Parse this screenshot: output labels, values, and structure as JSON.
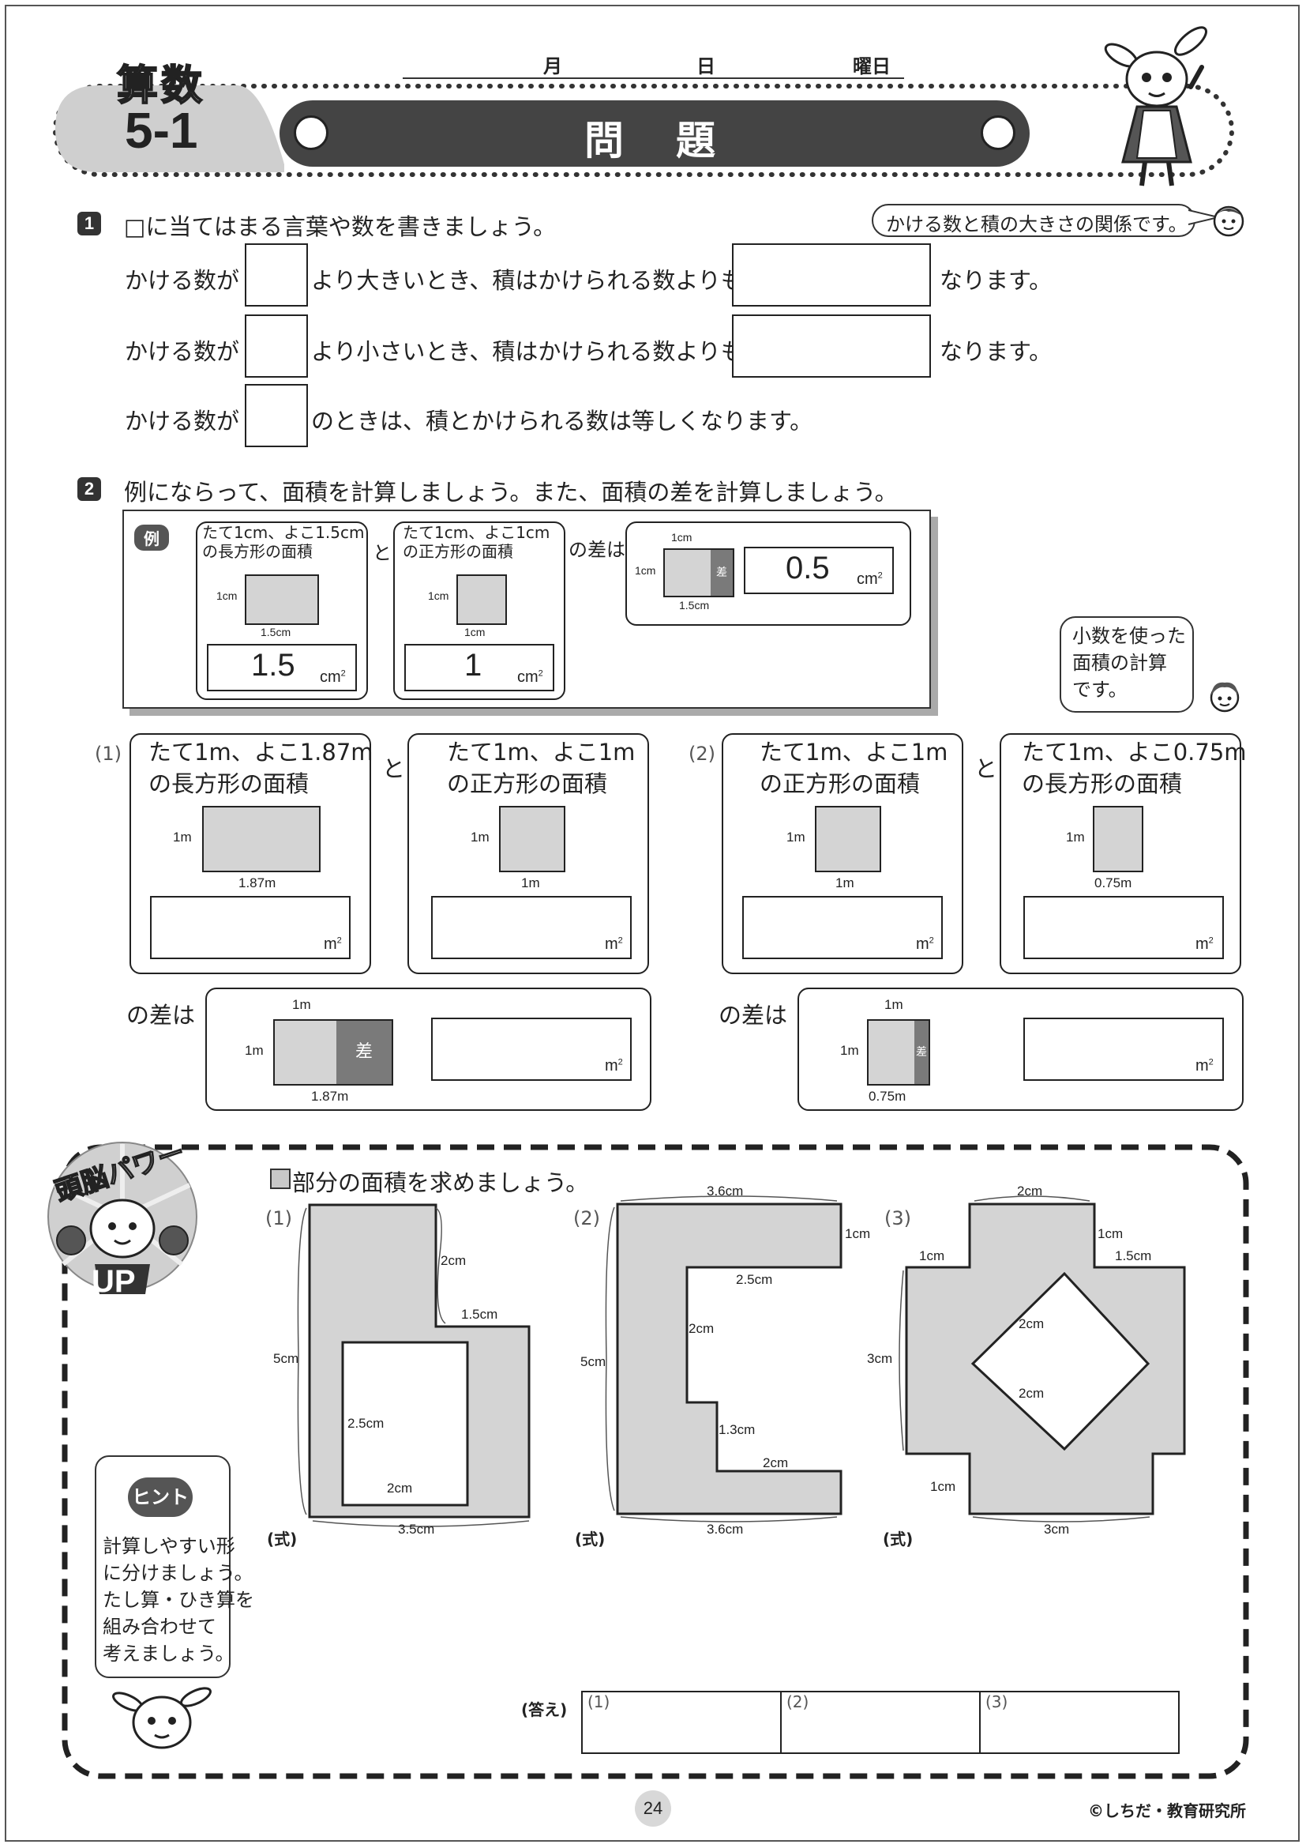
{
  "header": {
    "subject": "算数",
    "unit": "5-1",
    "month": "月",
    "day": "日",
    "weekday": "曜日",
    "title": "問　題"
  },
  "q1": {
    "num": "1",
    "instruction": "□に当てはまる言葉や数を書きましょう。",
    "hint": "かける数と積の大きさの関係です。",
    "lines": [
      {
        "prefix": "かける数が",
        "middle": "より大きいとき、積はかけられる数よりも",
        "suffix": "なります。"
      },
      {
        "prefix": "かける数が",
        "middle": "より小さいとき、積はかけられる数よりも",
        "suffix": "なります。"
      },
      {
        "prefix": "かける数が",
        "middle": "のときは、積とかけられる数は等しくなります。"
      }
    ]
  },
  "q2": {
    "num": "2",
    "instruction": "例にならって、面積を計算しましょう。また、面積の差を計算しましょう。",
    "example": {
      "label": "例",
      "left": {
        "line1": "たて1cm、よこ1.5cm",
        "line2": "の長方形の面積",
        "h": "1cm",
        "w": "1.5cm",
        "value": "1.5",
        "unit": "cm"
      },
      "joiner": "と",
      "right": {
        "line1": "たて1cm、よこ1cm",
        "line2": "の正方形の面積",
        "h": "1cm",
        "w": "1cm",
        "value": "1",
        "unit": "cm"
      },
      "diff_label": "の差は",
      "diff": {
        "top": "1cm",
        "h": "1cm",
        "w": "1.5cm",
        "mark": "差",
        "value": "0.5",
        "unit": "cm"
      }
    },
    "side_hint": "小数を使った面積の計算です。",
    "side_hint_lines": [
      "小数を使った",
      "面積の計算",
      "です。"
    ],
    "p1": {
      "num": "(1)",
      "a": {
        "line1": "たて1m、よこ1.87m",
        "line2": "の長方形の面積",
        "h": "1m",
        "w": "1.87m",
        "unit": "m"
      },
      "joiner": "と",
      "b": {
        "line1": "たて1m、よこ1m",
        "line2": "の正方形の面積",
        "h": "1m",
        "w": "1m",
        "unit": "m"
      },
      "diff_label": "の差は",
      "diff": {
        "top": "1m",
        "h": "1m",
        "w": "1.87m",
        "mark": "差",
        "unit": "m"
      }
    },
    "p2": {
      "num": "(2)",
      "a": {
        "line1": "たて1m、よこ1m",
        "line2": "の正方形の面積",
        "h": "1m",
        "w": "1m",
        "unit": "m"
      },
      "joiner": "と",
      "b": {
        "line1": "たて1m、よこ0.75m",
        "line2": "の長方形の面積",
        "h": "1m",
        "w": "0.75m",
        "unit": "m"
      },
      "diff_label": "の差は",
      "diff": {
        "top": "1m",
        "h": "1m",
        "w": "0.75m",
        "mark": "差",
        "unit": "m"
      }
    }
  },
  "brain": {
    "badge": "頭脳パワーUP",
    "badge_top": "頭脳パワー",
    "badge_bottom": "UP",
    "instruction": "部分の面積を求めましょう。",
    "hint_title": "ヒント",
    "hint_lines": [
      "計算しやすい形",
      "に分けましょう。",
      "たし算・ひき算を",
      "組み合わせて",
      "考えましょう。"
    ],
    "fig1": {
      "num": "(1)",
      "d1": "2cm",
      "d2": "1.5cm",
      "d3": "5cm",
      "d4": "2.5cm",
      "d5": "2cm",
      "d6": "3.5cm"
    },
    "fig2": {
      "num": "(2)",
      "d1": "3.6cm",
      "d2": "1cm",
      "d3": "2.5cm",
      "d4": "2cm",
      "d5": "5cm",
      "d6": "1.3cm",
      "d7": "2cm",
      "d8": "3.6cm"
    },
    "fig3": {
      "num": "(3)",
      "d1": "2cm",
      "d2": "1cm",
      "d3": "1cm",
      "d4": "1.5cm",
      "d5": "3cm",
      "d6": "2cm",
      "d7": "2cm",
      "d8": "1cm",
      "d9": "3cm"
    },
    "formula": "(式)",
    "answer_label": "(答え)",
    "answers": [
      "(1)",
      "(2)",
      "(3)"
    ]
  },
  "footer": {
    "page": "24",
    "copyright": "©しちだ・教育研究所"
  }
}
